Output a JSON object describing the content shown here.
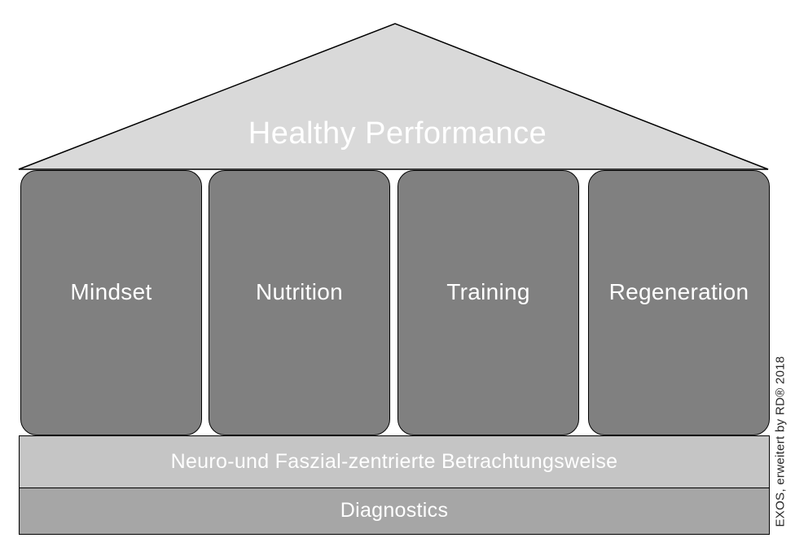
{
  "diagram": {
    "roof": {
      "label": "Healthy Performance"
    },
    "pillars": [
      {
        "label": "Mindset"
      },
      {
        "label": "Nutrition"
      },
      {
        "label": "Training"
      },
      {
        "label": "Regeneration"
      }
    ],
    "foundation": [
      {
        "label": "Neuro-und Faszial-zentrierte Betrachtungsweise"
      },
      {
        "label": "Diagnostics"
      }
    ],
    "attribution": "EXOS, erweitert by RD® 2018"
  },
  "colors": {
    "background": "#ffffff",
    "roof_fill": "#d9d9d9",
    "pillar_fill": "#808080",
    "foundation_top_fill": "#c5c5c5",
    "foundation_bottom_fill": "#a6a6a6",
    "outline": "#000000",
    "label_text": "#ffffff",
    "attribution_text": "#262626"
  }
}
